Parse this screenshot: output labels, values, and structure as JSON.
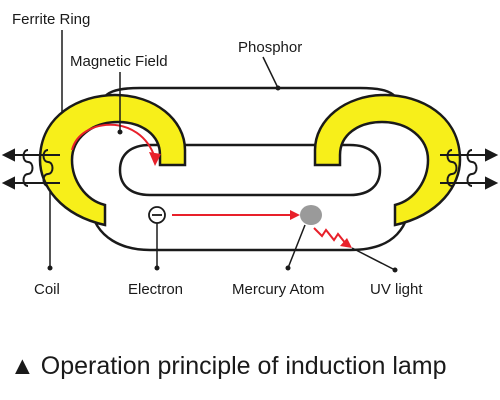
{
  "labels": {
    "ferrite_ring": "Ferrite Ring",
    "magnetic_field": "Magnetic Field",
    "phosphor": "Phosphor",
    "coil": "Coil",
    "electron": "Electron",
    "mercury_atom": "Mercury Atom",
    "uv_light": "UV light",
    "electron_symbol": "⊖"
  },
  "caption": {
    "marker": "▲",
    "text": "Operation principle of induction lamp"
  },
  "colors": {
    "ferrite": "#f7ef1a",
    "outline": "#1a1a1a",
    "electron_path": "#e8202a",
    "mercury_atom": "#9a9a9a",
    "background": "#ffffff"
  }
}
